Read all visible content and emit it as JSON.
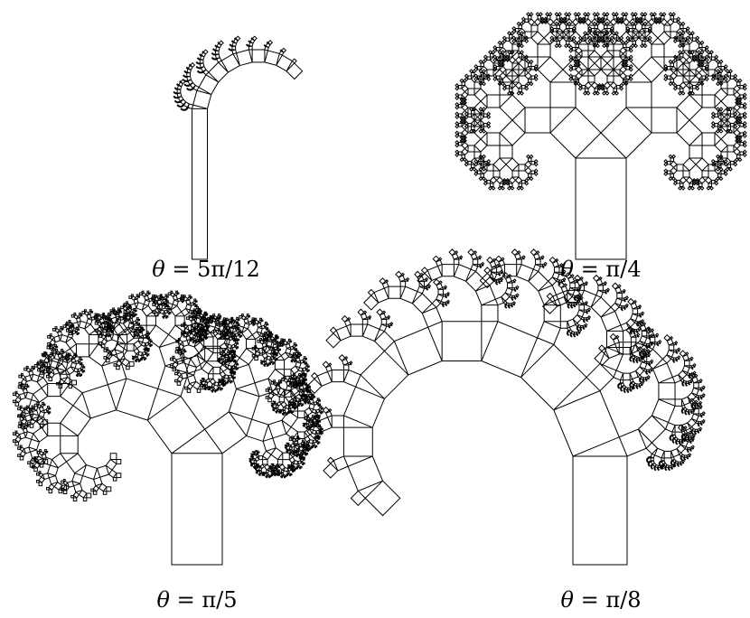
{
  "figure": {
    "panels": [
      {
        "id": "a",
        "theta": "θ",
        "eq": " = ",
        "value": "5π/12",
        "angle_fraction_of_pi": 0.4167
      },
      {
        "id": "b",
        "theta": "θ",
        "eq": " = ",
        "value": "π/4",
        "angle_fraction_of_pi": 0.25
      },
      {
        "id": "c",
        "theta": "θ",
        "eq": " = ",
        "value": "π/5",
        "angle_fraction_of_pi": 0.2
      },
      {
        "id": "d",
        "theta": "θ",
        "eq": " = ",
        "value": "π/8",
        "angle_fraction_of_pi": 0.125
      }
    ],
    "line_color": "#000000",
    "background": "#ffffff"
  }
}
